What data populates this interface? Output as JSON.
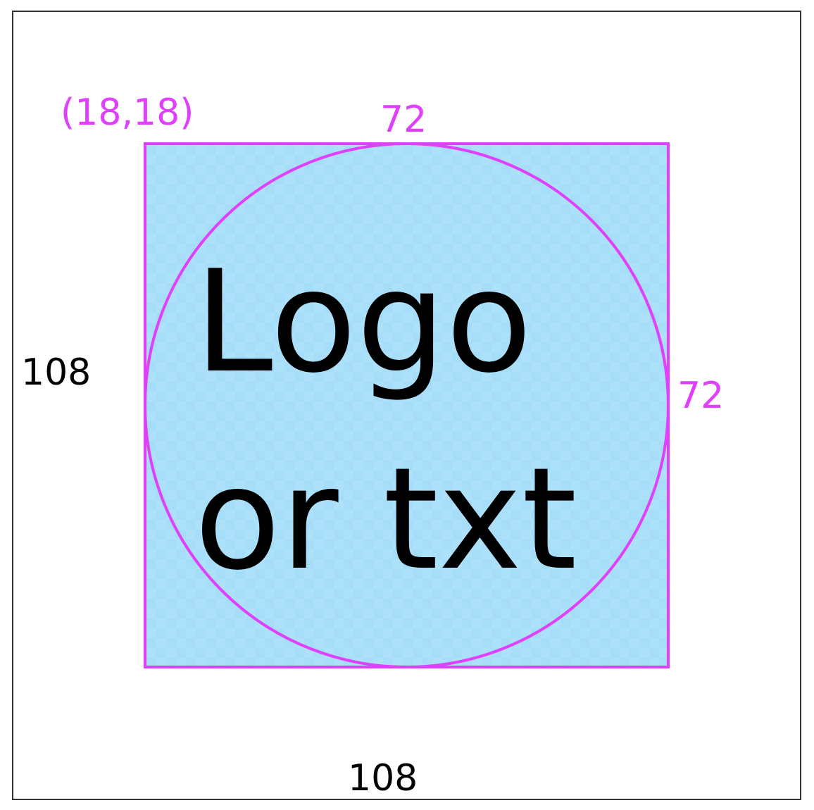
{
  "diagram": {
    "origin_label": "(18,18)",
    "top_dimension": "72",
    "right_dimension": "72",
    "left_dimension": "108",
    "bottom_dimension": "108",
    "content_line_1": "Logo",
    "content_line_2": "or txt"
  },
  "colors": {
    "accent": "#e040fb",
    "fill": "#a6defa",
    "text": "#000000",
    "frame": "#333333"
  }
}
